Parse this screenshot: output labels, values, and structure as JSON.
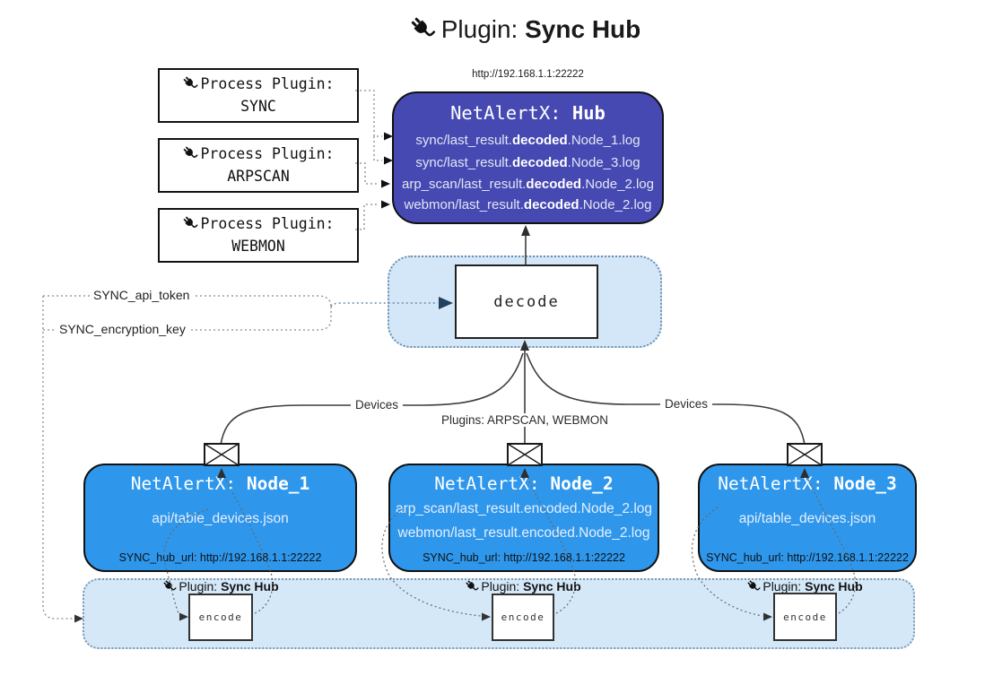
{
  "title": {
    "prefix": "Plugin: ",
    "bold": "Sync Hub"
  },
  "process_plugins": [
    {
      "line1": "Process Plugin:",
      "name": "SYNC"
    },
    {
      "line1": "Process Plugin:",
      "name": "ARPSCAN"
    },
    {
      "line1": "Process Plugin:",
      "name": "WEBMON"
    }
  ],
  "hub": {
    "url": "http://192.168.1.1:22222",
    "title_prefix": "NetAlertX: ",
    "title_bold": "Hub",
    "lines": [
      {
        "pre": "sync/last_result.",
        "bold": "decoded",
        "post": ".Node_1.log"
      },
      {
        "pre": "sync/last_result.",
        "bold": "decoded",
        "post": ".Node_3.log"
      },
      {
        "pre": "arp_scan/last_result.",
        "bold": "decoded",
        "post": ".Node_2.log"
      },
      {
        "pre": "webmon/last_result.",
        "bold": "decoded",
        "post": ".Node_2.log"
      }
    ]
  },
  "decode": {
    "label": "decode"
  },
  "tokens": {
    "api_token": "SYNC_api_token",
    "encryption_key": "SYNC_encryption_key"
  },
  "edges": {
    "devices_left": "Devices",
    "devices_right": "Devices",
    "plugins_center": "Plugins: ARPSCAN, WEBMON"
  },
  "nodes": [
    {
      "title_prefix": "NetAlertX: ",
      "title_bold": "Node_1",
      "lines": [
        "api/table_devices.json"
      ],
      "hub_url": "SYNC_hub_url: http://192.168.1.1:22222"
    },
    {
      "title_prefix": "NetAlertX: ",
      "title_bold": "Node_2",
      "lines": [
        "arp_scan/last_result.encoded.Node_2.log",
        "webmon/last_result.encoded.Node_2.log"
      ],
      "hub_url": "SYNC_hub_url: http://192.168.1.1:22222"
    },
    {
      "title_prefix": "NetAlertX: ",
      "title_bold": "Node_3",
      "lines": [
        "api/table_devices.json"
      ],
      "hub_url": "SYNC_hub_url: http://192.168.1.1:22222"
    }
  ],
  "encoder_bar": {
    "plugin_label_prefix": "Plugin: ",
    "plugin_label_bold": "Sync Hub",
    "encode_label": "encode"
  },
  "colors": {
    "hub_fill": "#4649b2",
    "node_fill": "#2e97ec",
    "panel_fill": "#d5e8f8",
    "decode_panel_fill": "#d3e7f8",
    "line_color": "#3d3d3d"
  }
}
